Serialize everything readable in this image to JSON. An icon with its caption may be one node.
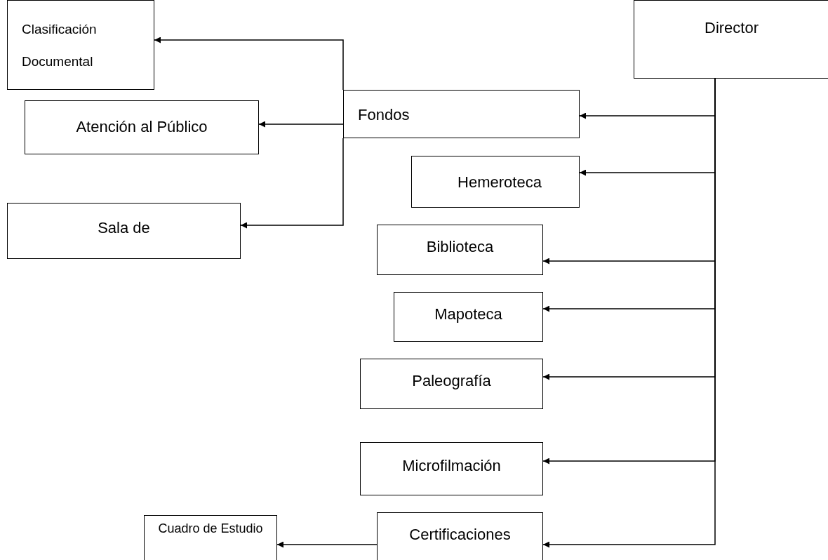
{
  "diagram": {
    "nodes": [
      {
        "text": [
          "Director"
        ]
      },
      {
        "text": [
          "Fondos"
        ]
      },
      {
        "text": [
          "Clasificación Documental"
        ]
      },
      {
        "text": [
          "Atención al Público"
        ]
      },
      {
        "text": [
          "Sala de"
        ]
      },
      {
        "text": [
          "Hemeroteca"
        ]
      },
      {
        "text": [
          "Biblioteca"
        ]
      },
      {
        "text": [
          "Mapoteca"
        ]
      },
      {
        "text": [
          "Paleografía"
        ]
      },
      {
        "text": [
          "Microfilmación"
        ]
      },
      {
        "text": [
          "Certificaciones"
        ]
      },
      {
        "text": [
          "Cuadro de Estudio"
        ]
      }
    ],
    "edges": [
      {
        "from": 0,
        "to": 1,
        "arrow": "to"
      },
      {
        "from": 0,
        "to": 5,
        "arrow": "to"
      },
      {
        "from": 0,
        "to": 6,
        "arrow": "to"
      },
      {
        "from": 0,
        "to": 7,
        "arrow": "to"
      },
      {
        "from": 0,
        "to": 8,
        "arrow": "to"
      },
      {
        "from": 0,
        "to": 9,
        "arrow": "to"
      },
      {
        "from": 0,
        "to": 10,
        "arrow": "to"
      },
      {
        "from": 1,
        "to": 2,
        "arrow": "to"
      },
      {
        "from": 1,
        "to": 3,
        "arrow": "to"
      },
      {
        "from": 1,
        "to": 4,
        "arrow": "to"
      },
      {
        "from": 10,
        "to": 11,
        "arrow": "to"
      }
    ]
  }
}
